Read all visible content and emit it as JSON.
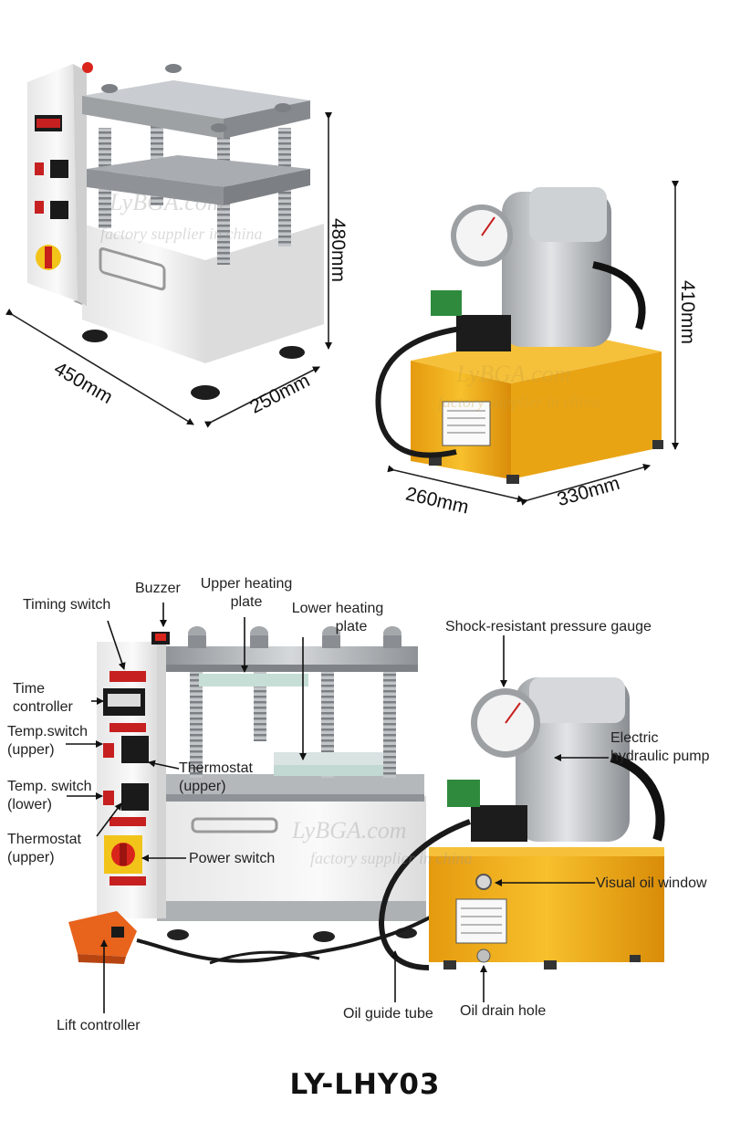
{
  "dimensions": {
    "press_height": "480mm",
    "press_width": "450mm",
    "press_depth": "250mm",
    "pump_height": "410mm",
    "pump_width": "260mm",
    "pump_depth": "330mm"
  },
  "watermark": {
    "brand": "LyBGA.com",
    "tagline": "factory supplier in china"
  },
  "labels": {
    "timing_switch": "Timing switch",
    "buzzer": "Buzzer",
    "upper_heating_plate_1": "Upper heating",
    "upper_heating_plate_2": "plate",
    "lower_heating_plate_1": "Lower heating",
    "lower_heating_plate_2": "plate",
    "pressure_gauge": "Shock-resistant pressure gauge",
    "time_controller_1": "Time",
    "time_controller_2": "controller",
    "temp_switch_upper_1": "Temp.switch",
    "temp_switch_upper_2": "(upper)",
    "thermostat_upper_1": "Thermostat",
    "thermostat_upper_2": "(upper)",
    "electric_pump_1": "Electric",
    "electric_pump_2": "hydraulic pump",
    "temp_switch_lower_1": "Temp. switch",
    "temp_switch_lower_2": "(lower)",
    "thermostat_lower_1": "Thermostat",
    "thermostat_lower_2": "(upper)",
    "power_switch": "Power switch",
    "visual_oil_window": "Visual oil window",
    "lift_controller": "Lift controller",
    "oil_guide_tube": "Oil guide tube",
    "oil_drain_hole": "Oil drain hole"
  },
  "model": "LY-LHY03",
  "colors": {
    "pump_body": "#f4b21c",
    "machine_white": "#f2f2f2",
    "steel": "#b9bcc0",
    "arrow": "#111111",
    "switch_red": "#d9241c",
    "controller_orange": "#e8631c"
  }
}
